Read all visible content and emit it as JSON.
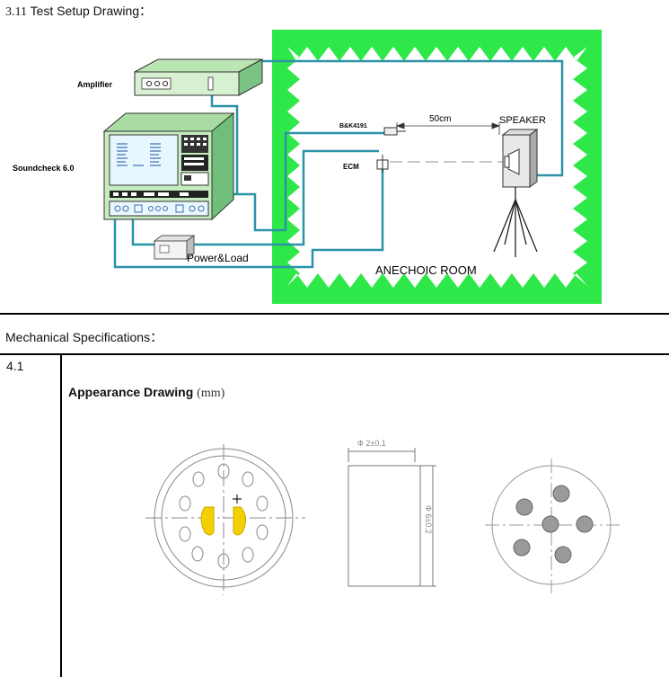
{
  "section_3_11": {
    "number": "3.11",
    "title": "Test Setup Drawing："
  },
  "setup": {
    "amplifier_label": "Amplifier",
    "soundcheck_label": "Soundcheck 6.0",
    "bk_label": "B&K4191",
    "ecm_label": "ECM",
    "distance_label": "50cm",
    "speaker_label": "SPEAKER",
    "power_load_label": "Power&Load",
    "room_label": "ANECHOIC ROOM",
    "room_color": "#2ee84a",
    "cable_color": "#2a93a8"
  },
  "mechanical": {
    "title": "Mechanical Specifications：",
    "row_number": "4.1",
    "appearance_title": "Appearance Drawing",
    "appearance_unit": "(mm)",
    "side_dim_top": "Ф 2±0.1",
    "side_dim_right": "Ф 6±0.2"
  }
}
